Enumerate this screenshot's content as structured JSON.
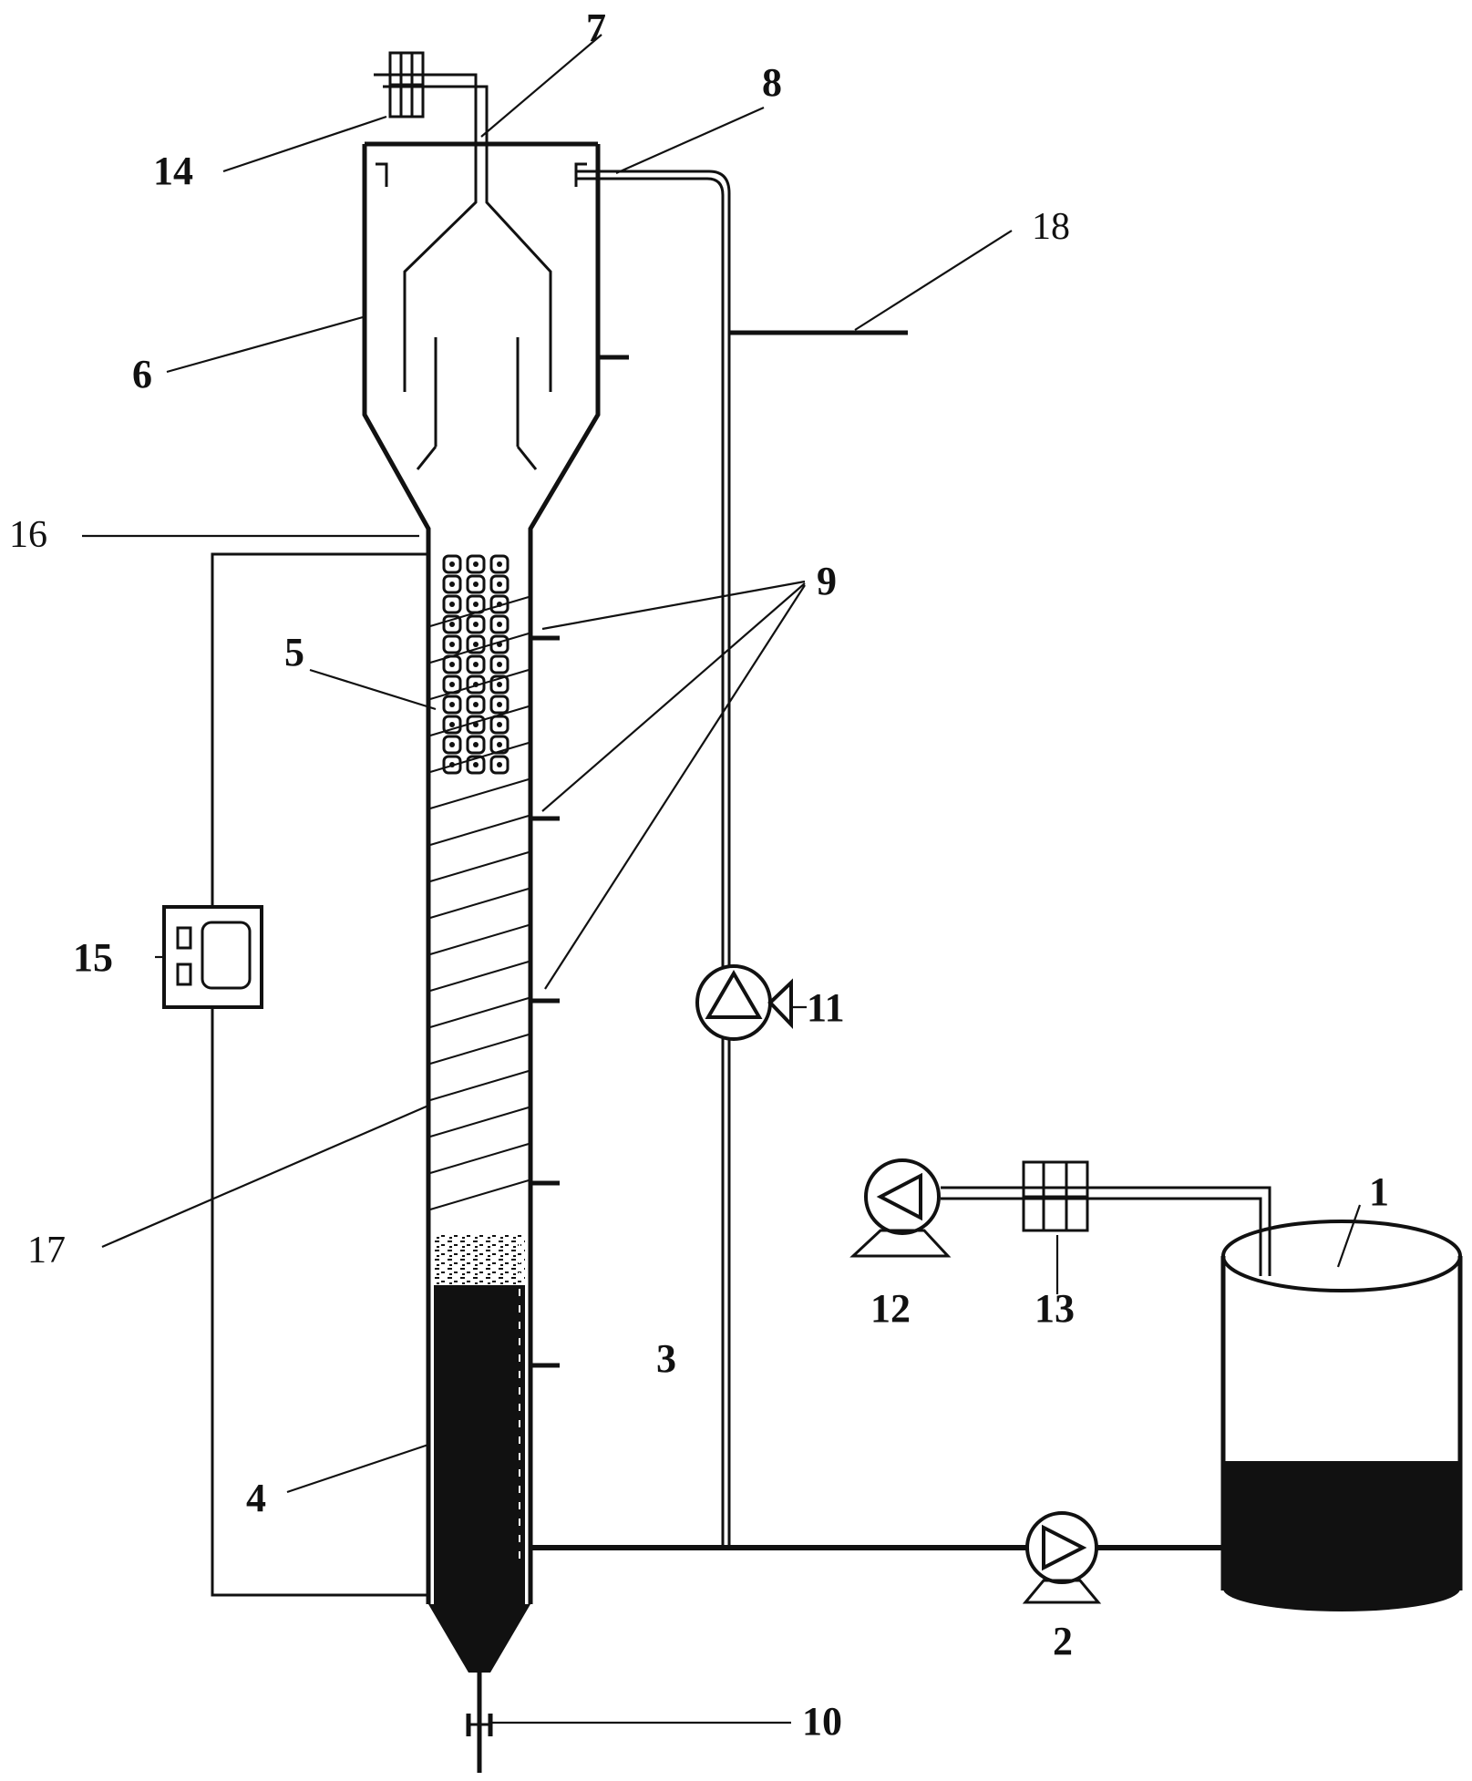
{
  "labels": {
    "n1": "1",
    "n2": "2",
    "n3": "3",
    "n4": "4",
    "n5": "5",
    "n6": "6",
    "n7": "7",
    "n8": "8",
    "n9": "9",
    "n10": "10",
    "n11": "11",
    "n12": "12",
    "n13": "13",
    "n14": "14",
    "n15": "15",
    "n16": "16",
    "n17": "17",
    "n18": "18"
  },
  "colors": {
    "ink": "#111111",
    "background": "#ffffff",
    "sludge": "#111111"
  }
}
